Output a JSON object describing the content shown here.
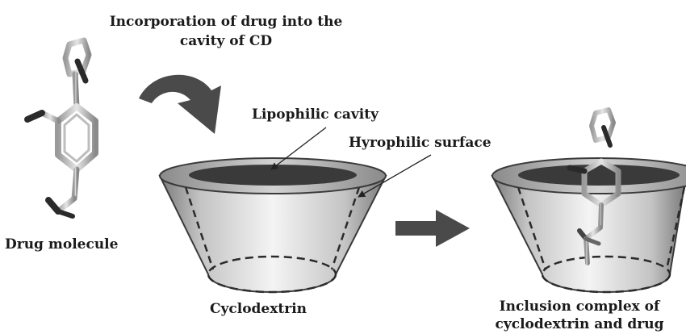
{
  "labels": {
    "title_line1": "Incorporation of drug into the",
    "title_line2": "cavity of CD",
    "lipophilic_cavity": "Lipophilic cavity",
    "hydrophilic_surface": "Hyrophilic surface",
    "drug_molecule": "Drug molecule",
    "cyclodextrin": "Cyclodextrin",
    "complex_line1": "Inclusion complex of",
    "complex_line2": "cyclodextrin and drug"
  },
  "colors": {
    "cone_light": "#f0f0f0",
    "cone_dark": "#6e6e6e",
    "cavity": "#3a3a3a",
    "arrow": "#4a4a4a",
    "bond_light": "#d8d8d8",
    "bond_dark": "#2a2a2a"
  }
}
